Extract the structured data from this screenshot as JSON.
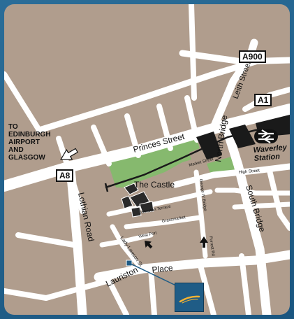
{
  "colors": {
    "frame": "#1f5c86",
    "land": "#b09d8d",
    "road": "#ffffff",
    "park": "#86b96e",
    "rail": "#1a1a1a",
    "hotel_badge": "#1f5c86",
    "hotel_swoosh": "#f2b232"
  },
  "roads": {
    "a900": "A900",
    "a1": "A1",
    "a8": "A8"
  },
  "destination": [
    "TO",
    "EDINBURGH",
    "AIRPORT",
    "AND",
    "GLASGOW"
  ],
  "streets": {
    "princes": "Princes Street",
    "leith": "Leith Street",
    "north_bridge": "North Bridge",
    "south_bridge": "South Bridge",
    "market": "Market Street",
    "high": "High Street",
    "lothian": "Lothian Road",
    "johnston": "Johnston Terrace",
    "grassmarket": "Grassmarket",
    "george_iv": "George IV Bridge",
    "west_port": "West Port",
    "lady_lawson": "Lady Lawson St.",
    "forrest": "Forrest Rd",
    "lauriston": "Lauriston",
    "place": "Place"
  },
  "landmarks": {
    "castle": "The Castle",
    "station_line1": "Waverley",
    "station_line2": "Station"
  },
  "icons": [
    "rail-icon",
    "arrow-icon",
    "hotel-logo-icon"
  ]
}
